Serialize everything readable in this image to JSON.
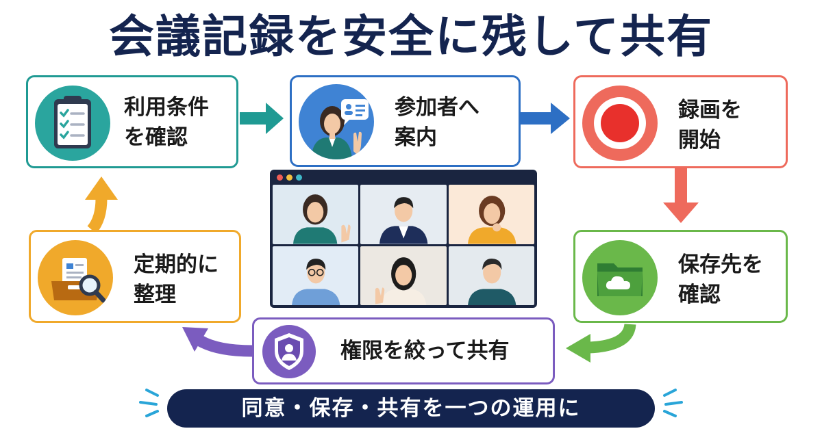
{
  "title": "会議記録を安全に残して共有",
  "steps": {
    "terms": {
      "label": "利用条件\nを確認",
      "color": "#1f9a93",
      "icon": "clipboard-checklist-icon"
    },
    "invite": {
      "label": "参加者へ\n案内",
      "color": "#2d6fc4",
      "icon": "presenter-chat-icon"
    },
    "record": {
      "label": "録画を\n開始",
      "color": "#ee6a5c",
      "icon": "record-button-icon"
    },
    "storage": {
      "label": "保存先を\n確認",
      "color": "#6ab84a",
      "icon": "cloud-folder-icon"
    },
    "share": {
      "label": "権限を絞って共有",
      "color": "#7b5cbf",
      "icon": "shield-user-icon"
    },
    "organize": {
      "label": "定期的に\n整理",
      "color": "#f0a92b",
      "icon": "archive-search-icon"
    }
  },
  "banner": "同意・保存・共有を一つの運用に",
  "colors": {
    "navy": "#14244f"
  }
}
